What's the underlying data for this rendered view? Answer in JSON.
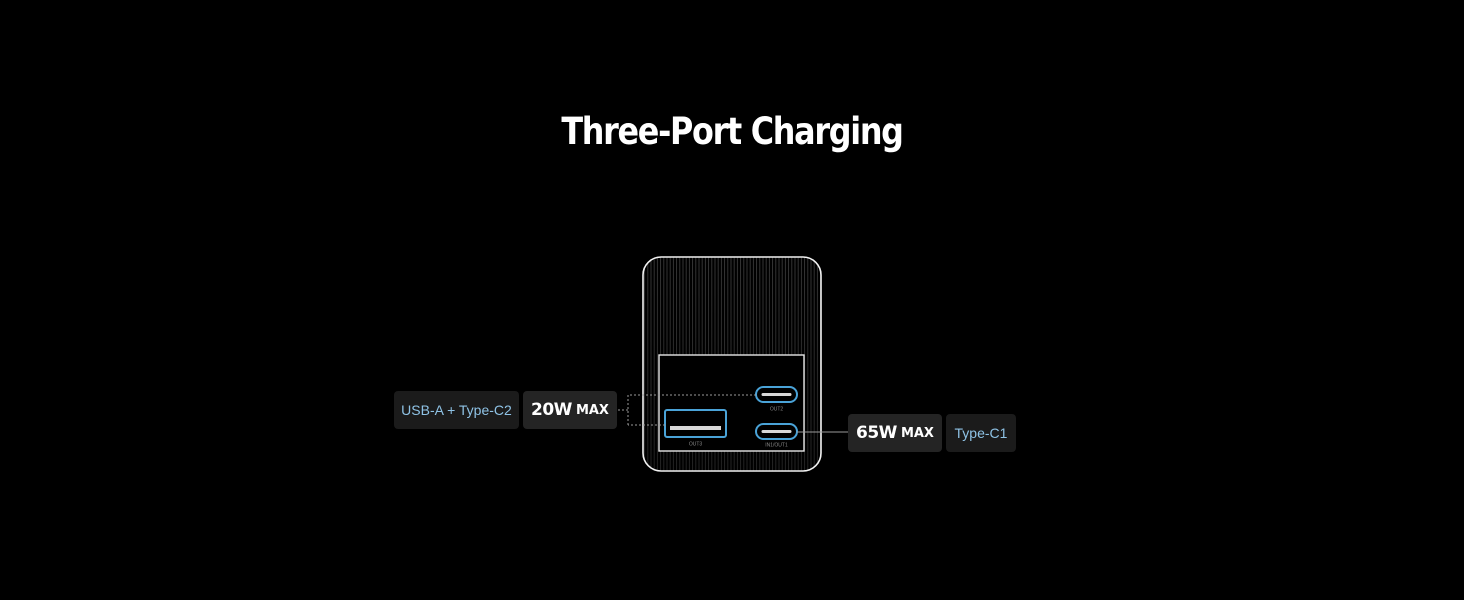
{
  "title": "Three-Port Charging",
  "left_group": {
    "port_type_label": "USB-A + Type-C2",
    "power_value": "20W",
    "power_suffix": "MAX"
  },
  "right_group": {
    "power_value": "65W",
    "power_suffix": "MAX",
    "port_type_label": "Type-C1"
  },
  "device": {
    "ports": [
      {
        "label": "OUT2",
        "kind": "usb-c"
      },
      {
        "label": "OUT3",
        "kind": "usb-a"
      },
      {
        "label": "IN1/OUT1",
        "kind": "usb-c"
      }
    ]
  },
  "colors": {
    "background": "#000000",
    "port_accent": "#4aa3d8",
    "type_label_text": "#8fc3e6",
    "device_outline": "#ffffff",
    "tag_type_bg": "#1b1b1b",
    "tag_power_bg": "#242424"
  }
}
